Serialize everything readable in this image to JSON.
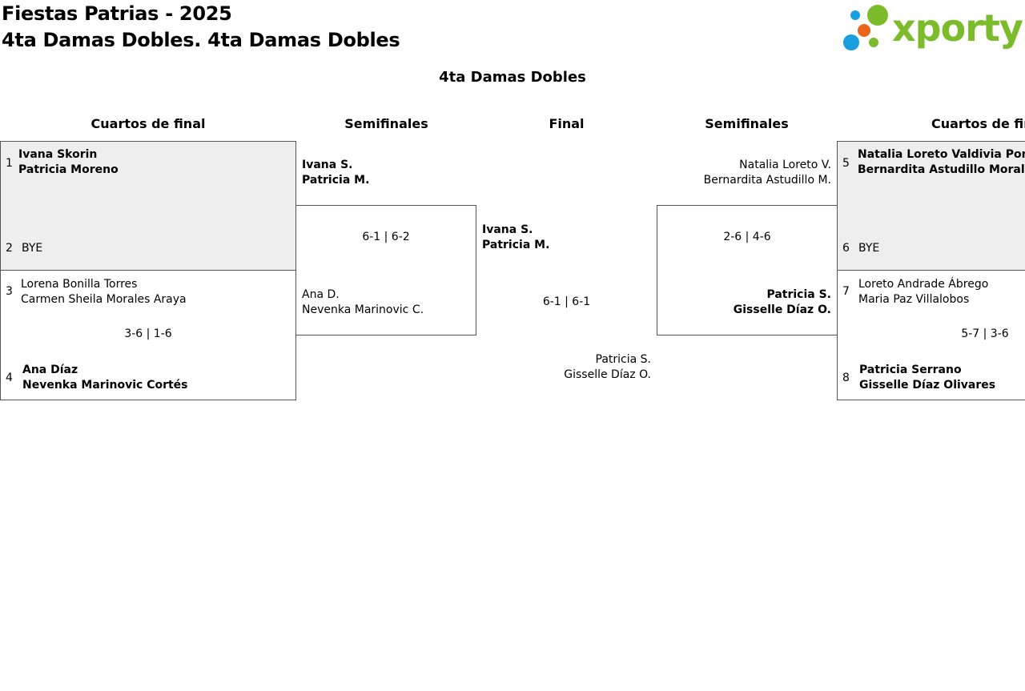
{
  "header": {
    "title_line1": "Fiestas Patrias - 2025",
    "title_line2": "4ta Damas Dobles. 4ta Damas Dobles",
    "logo_text": "xporty",
    "logo_colors": {
      "blue": "#1a9ee0",
      "orange": "#e8651a",
      "green": "#7cbb2a"
    }
  },
  "bracket": {
    "category_title": "4ta Damas Dobles",
    "rounds": {
      "left_qf": "Cuartos de final",
      "left_sf": "Semifinales",
      "final": "Final",
      "right_sf": "Semifinales",
      "right_qf": "Cuartos de final"
    },
    "left_qf": {
      "seed1": "1",
      "seed1_p1": "Ivana Skorin",
      "seed1_p2": "Patricia Moreno",
      "seed2": "2",
      "seed2_name": "BYE",
      "seed3": "3",
      "seed3_p1": "Lorena Bonilla Torres",
      "seed3_p2": "Carmen Sheila Morales Araya",
      "score_3_4": "3-6 | 1-6",
      "seed4": "4",
      "seed4_p1": "Ana Díaz",
      "seed4_p2": "Nevenka Marinovic Cortés"
    },
    "left_sf": {
      "top_p1": "Ivana S.",
      "top_p2": "Patricia M.",
      "score": "6-1 | 6-2",
      "bottom_p1": "Ana D.",
      "bottom_p2": "Nevenka Marinovic C."
    },
    "final": {
      "top_p1": "Ivana S.",
      "top_p2": "Patricia M.",
      "score": "6-1 | 6-1",
      "bottom_p1": "Patricia S.",
      "bottom_p2": "Gisselle Díaz O."
    },
    "right_sf": {
      "top_p1": "Natalia Loreto V.",
      "top_p2": "Bernardita Astudillo M.",
      "score": "2-6 | 4-6",
      "bottom_p1": "Patricia S.",
      "bottom_p2": "Gisselle Díaz O."
    },
    "right_qf": {
      "seed5": "5",
      "seed5_p1": "Natalia Loreto Valdivia Pomar",
      "seed5_p2": "Bernardita Astudillo Morales",
      "seed6": "6",
      "seed6_name": "BYE",
      "seed7": "7",
      "seed7_p1": "Loreto Andrade Ábrego",
      "seed7_p2": "Maria Paz Villalobos",
      "score_7_8": "5-7 | 3-6",
      "seed8": "8",
      "seed8_p1": "Patricia Serrano",
      "seed8_p2": "Gisselle Díaz Olivares"
    }
  }
}
